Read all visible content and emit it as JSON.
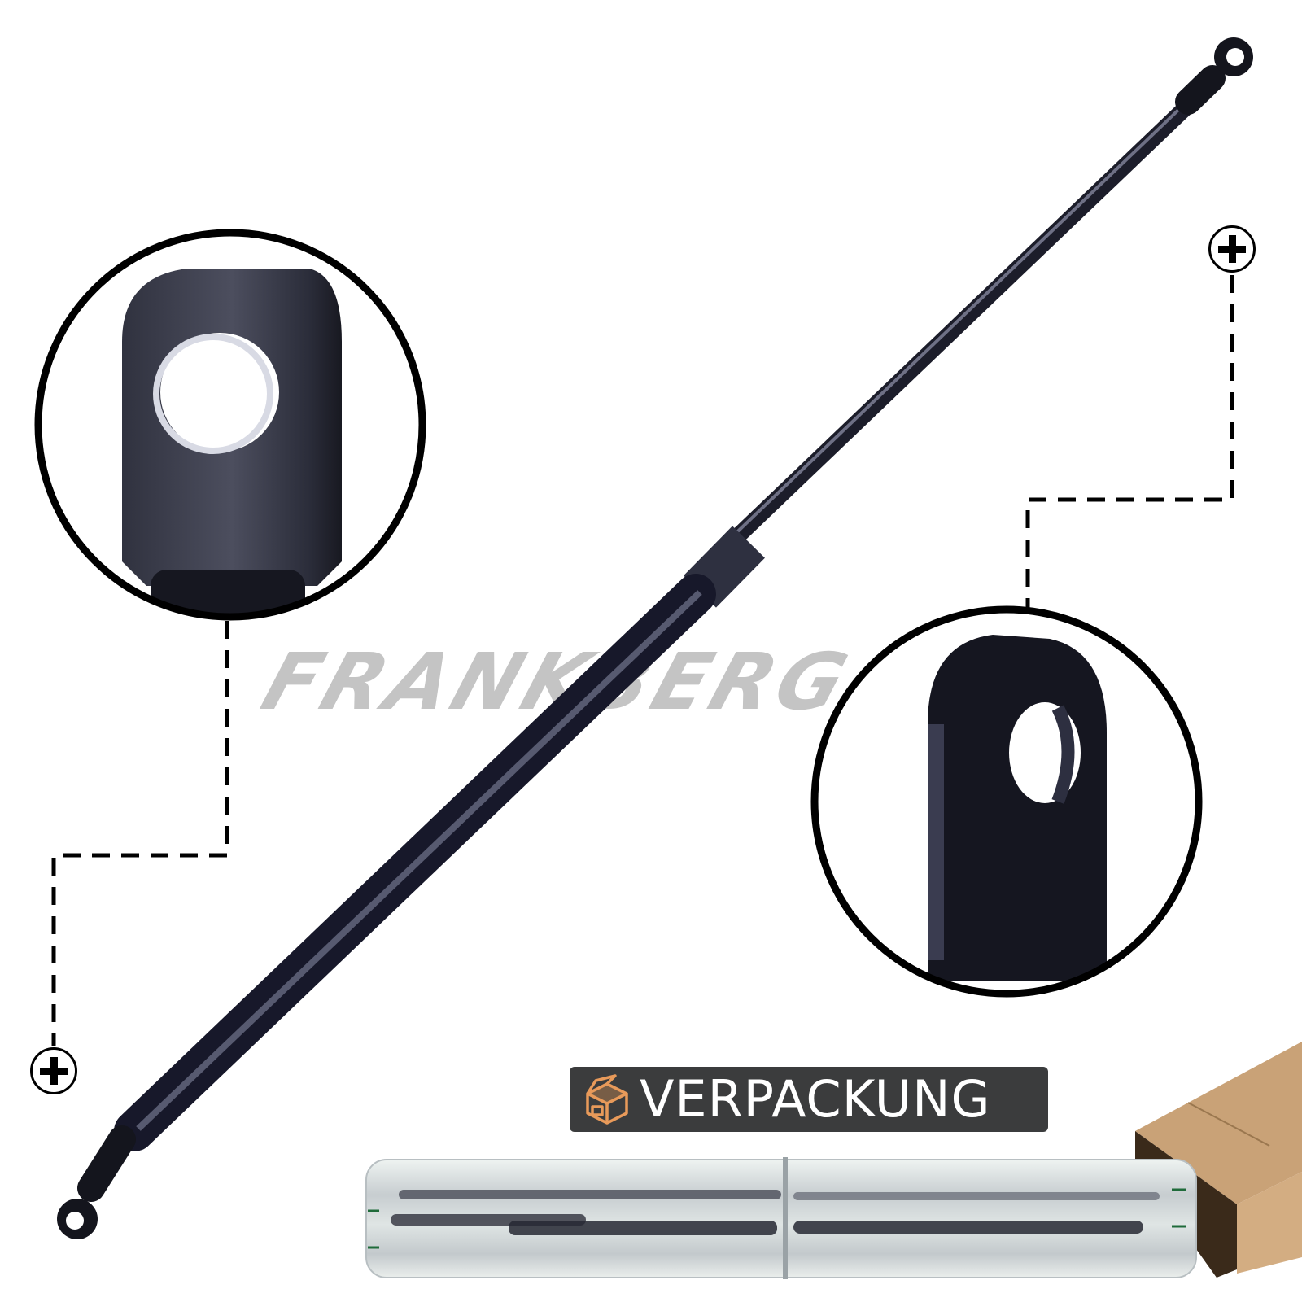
{
  "brand": {
    "watermark": "FRANKBERG"
  },
  "packaging_badge": {
    "label": "VERPACKUNG",
    "icon": "open-box-icon",
    "background": "#3b3c3d",
    "icon_color": "#e89a5a",
    "text_color": "#ffffff"
  },
  "product": {
    "type": "gas-spring-strut",
    "color": "#1c1d2a",
    "end_fittings": "eyelet"
  },
  "detail_callouts": [
    {
      "name": "upper-eyelet-detail",
      "marker": "plus"
    },
    {
      "name": "lower-eyelet-detail",
      "marker": "plus"
    }
  ],
  "packaging_photo": {
    "contents": "air-cushion-wrapped struts",
    "box_color": "#c19a6b"
  }
}
